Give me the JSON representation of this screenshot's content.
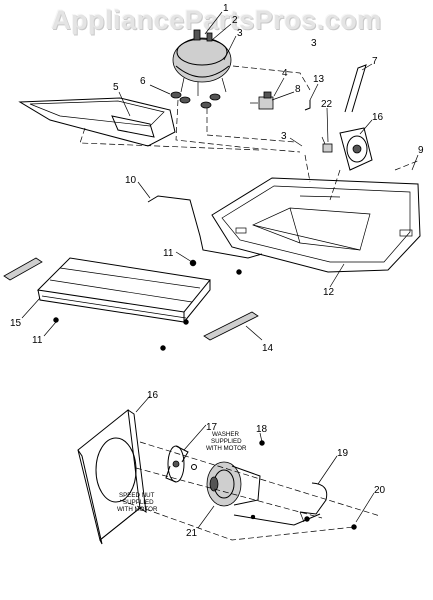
{
  "watermark": "AppliancePartsPros.com",
  "callouts": {
    "c1": "1",
    "c2": "2",
    "c3a": "3",
    "c3b": "3",
    "c3c": "3",
    "c4": "4",
    "c5": "5",
    "c6": "6",
    "c7": "7",
    "c8": "8",
    "c9": "9",
    "c10": "10",
    "c11a": "11",
    "c11b": "11",
    "c12": "12",
    "c13": "13",
    "c14": "14",
    "c15": "15",
    "c16a": "16",
    "c16b": "16",
    "c17": "17",
    "c18": "18",
    "c19": "19",
    "c20": "20",
    "c21": "21",
    "c22": "22"
  },
  "notes": {
    "washer": [
      "WASHER",
      "SUPPLIED",
      "WITH MOTOR"
    ],
    "speed_nut": [
      "SPEED NUT",
      "SUPPLIED",
      "WITH MOTOR"
    ]
  }
}
